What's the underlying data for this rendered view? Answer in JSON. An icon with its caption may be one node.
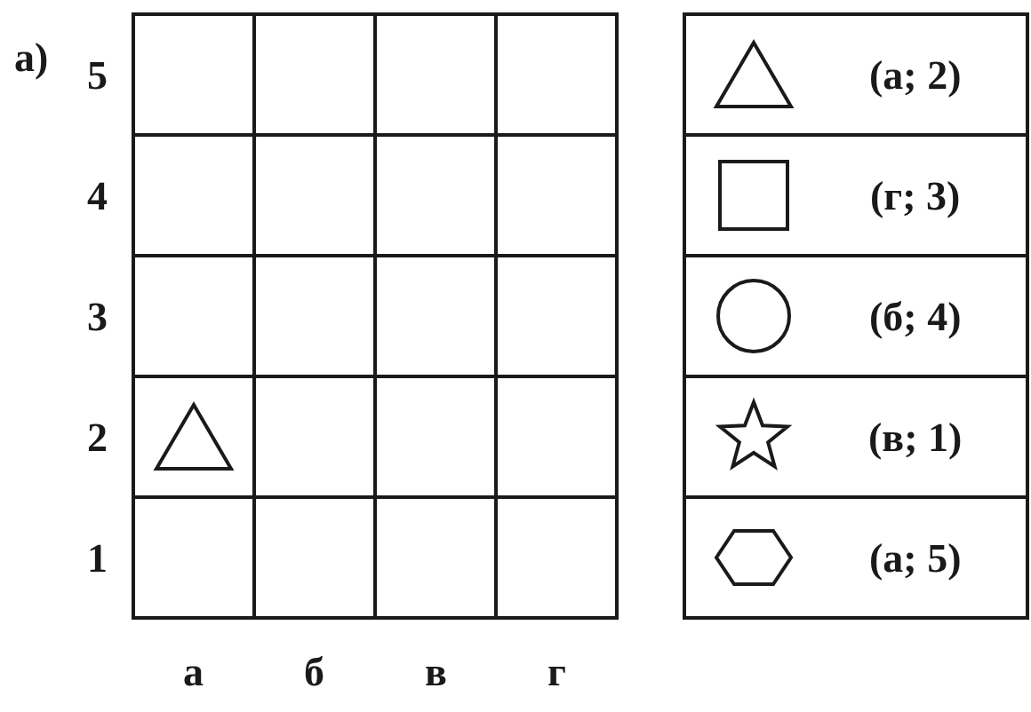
{
  "diagram": {
    "labels": [
      "а)",
      "5",
      "4",
      "3",
      "2",
      "1",
      "а",
      "б",
      "в",
      "г",
      "(а; 2)",
      "(г; 3)",
      "(б; 4)",
      "(в; 1)",
      "(а; 5)"
    ]
  }
}
